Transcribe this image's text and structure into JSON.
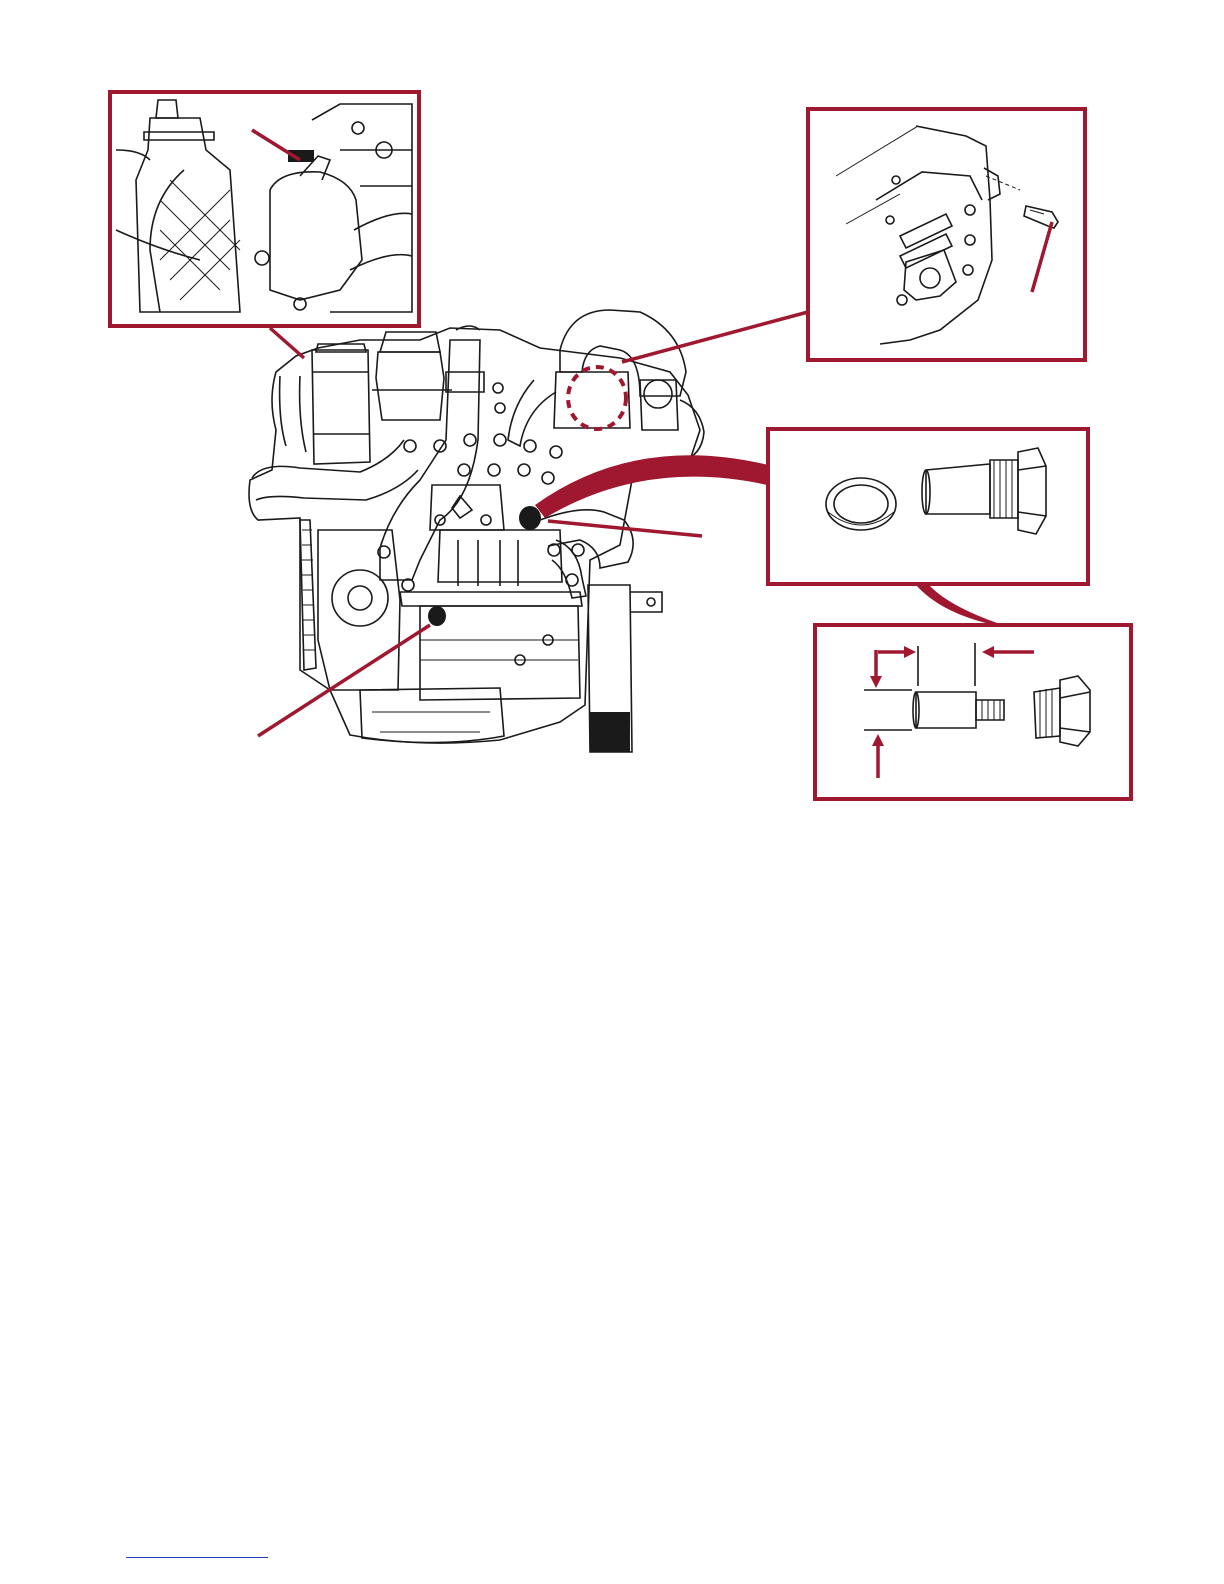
{
  "colors": {
    "accent": "#a01830",
    "ink": "#1a1a1a",
    "footer_rule": "#1f3fbf"
  },
  "figure": {
    "insets": [
      {
        "name": "circulating-pump-vent-inset"
      },
      {
        "name": "heat-exchanger-vent-screw-inset"
      },
      {
        "name": "anode-plug-and-washer-inset"
      },
      {
        "name": "anode-wear-measurement-inset"
      }
    ],
    "icons": [
      "drain-plug-icon",
      "sealing-washer-icon",
      "anode-rod-icon",
      "dimension-arrow-icon"
    ]
  }
}
